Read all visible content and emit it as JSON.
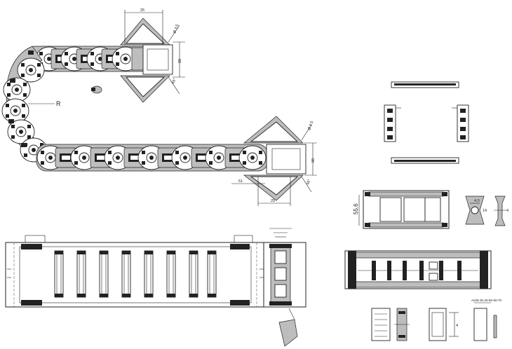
{
  "dimensions": {
    "top_width": "25",
    "top_angle": "45°",
    "top_upper_side": "Ø 3.5",
    "top_height": "08",
    "bottom_width": "25",
    "bottom_angle": "45°",
    "bottom_upper_side": "Ø 3.5",
    "bottom_height": "08",
    "bottom_offset": "51",
    "radius_label": "R",
    "side_view_width": "55.6",
    "link_dim_a": "4.0",
    "link_dim_b": "14",
    "profile_dim": "4",
    "crossbar_series": "Ae25-30-40-50-60-70",
    "plate_dim": "4"
  }
}
